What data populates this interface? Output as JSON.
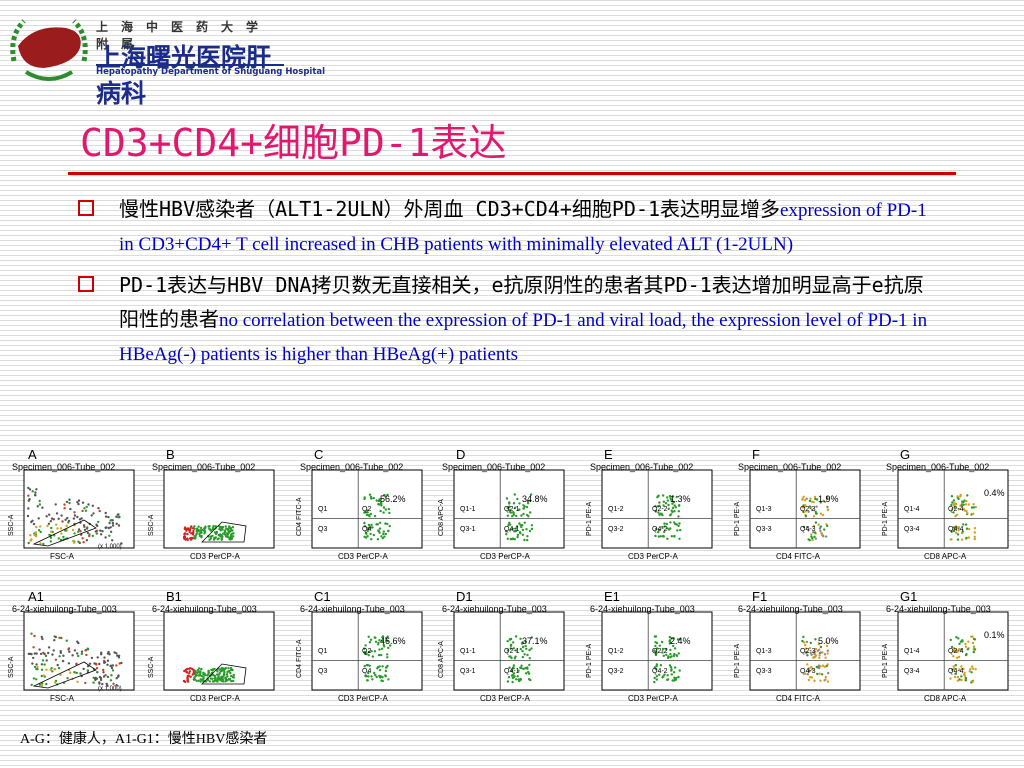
{
  "header": {
    "logo_subtitle": "上海中医药大学附属",
    "logo_name": "上海曙光医院肝病科",
    "logo_english": "Hepatopathy Department of Shuguang Hospital"
  },
  "slide": {
    "title": "CD3+CD4+细胞PD-1表达",
    "bullets": [
      {
        "zh": "慢性HBV感染者（ALT1-2ULN）外周血 CD3+CD4+细胞PD-1表达明显增多",
        "en": "expression of PD-1 in CD3+CD4+ T cell increased in CHB patients with minimally elevated ALT (1-2ULN)"
      },
      {
        "zh": "PD-1表达与HBV DNA拷贝数无直接相关，e抗原阴性的患者其PD-1表达增加明显高于e抗原阳性的患者",
        "en": "no correlation between the expression of PD-1 and viral load, the expression level of PD-1 in HBeAg(-) patients is higher than HBeAg(+) patients"
      }
    ],
    "footnote": "A-G：健康人，A1-G1：慢性HBV感染者"
  },
  "panels": [
    {
      "letter": "A",
      "spec": "Specimen_006-Tube_002",
      "xlabel": "FSC-A",
      "ylabel": "SSC-A",
      "xscale": "(x 1,000)",
      "pct": "",
      "q": []
    },
    {
      "letter": "B",
      "spec": "Specimen_006-Tube_002",
      "xlabel": "CD3 PerCP-A",
      "ylabel": "SSC-A",
      "xscale": "",
      "pct": "",
      "q": []
    },
    {
      "letter": "C",
      "spec": "Specimen_006-Tube_002",
      "xlabel": "CD3 PerCP-A",
      "ylabel": "CD4 FITC-A",
      "xscale": "",
      "pct": "56.2%",
      "q": [
        "Q1",
        "Q2",
        "Q3",
        "Q4"
      ]
    },
    {
      "letter": "D",
      "spec": "Specimen_006-Tube_002",
      "xlabel": "CD3 PerCP-A",
      "ylabel": "CD8 APC-A",
      "xscale": "",
      "pct": "34.8%",
      "q": [
        "Q1-1",
        "Q2-1",
        "Q3-1",
        "Q4-1"
      ]
    },
    {
      "letter": "E",
      "spec": "Specimen_006-Tube_002",
      "xlabel": "CD3 PerCP-A",
      "ylabel": "PD-1 PE-A",
      "xscale": "",
      "pct": "1.3%",
      "q": [
        "Q1-2",
        "Q2-2",
        "Q3-2",
        "Q4-2"
      ]
    },
    {
      "letter": "F",
      "spec": "Specimen_006-Tube_002",
      "xlabel": "CD4 FITC-A",
      "ylabel": "PD-1 PE-A",
      "xscale": "",
      "pct": "1.9%",
      "q": [
        "Q1-3",
        "Q2-3",
        "Q3-3",
        "Q4-3"
      ]
    },
    {
      "letter": "G",
      "spec": "Specimen_006-Tube_002",
      "xlabel": "CD8 APC-A",
      "ylabel": "PD-1 PE-A",
      "xscale": "",
      "pct": "0.4%",
      "q": [
        "Q1-4",
        "Q2-4",
        "Q3-4",
        "Q4-4"
      ]
    },
    {
      "letter": "A1",
      "spec": "6-24-xiehuilong-Tube_003",
      "xlabel": "FSC-A",
      "ylabel": "SSC-A",
      "xscale": "(x 1,000)",
      "pct": "",
      "q": []
    },
    {
      "letter": "B1",
      "spec": "6-24-xiehuilong-Tube_003",
      "xlabel": "CD3 PerCP-A",
      "ylabel": "SSC-A",
      "xscale": "",
      "pct": "",
      "q": []
    },
    {
      "letter": "C1",
      "spec": "6-24-xiehuilong-Tube_003",
      "xlabel": "CD3 PerCP-A",
      "ylabel": "CD4 FITC-A",
      "xscale": "",
      "pct": "46.6%",
      "q": [
        "Q1",
        "Q2",
        "Q3",
        "Q4"
      ]
    },
    {
      "letter": "D1",
      "spec": "6-24-xiehuilong-Tube_003",
      "xlabel": "CD3 PerCP-A",
      "ylabel": "CD8 APC-A",
      "xscale": "",
      "pct": "37.1%",
      "q": [
        "Q1-1",
        "Q2-1",
        "Q3-1",
        "Q4-1"
      ]
    },
    {
      "letter": "E1",
      "spec": "6-24-xiehuilong-Tube_003",
      "xlabel": "CD3 PerCP-A",
      "ylabel": "PD-1 PE-A",
      "xscale": "",
      "pct": "2.4%",
      "q": [
        "Q1-2",
        "Q2-2",
        "Q3-2",
        "Q4-2"
      ]
    },
    {
      "letter": "F1",
      "spec": "6-24-xiehuilong-Tube_003",
      "xlabel": "CD4 FITC-A",
      "ylabel": "PD-1 PE-A",
      "xscale": "",
      "pct": "5.0%",
      "q": [
        "Q1-3",
        "Q2-3",
        "Q3-3",
        "Q4-3"
      ]
    },
    {
      "letter": "G1",
      "spec": "6-24-xiehuilong-Tube_003",
      "xlabel": "CD8 APC-A",
      "ylabel": "PD-1 PE-A",
      "xscale": "",
      "pct": "0.1%",
      "q": [
        "Q1-4",
        "Q2-4",
        "Q3-4",
        "Q4-4"
      ]
    }
  ],
  "colors": {
    "title": "#e0196e",
    "rule": "#cc0000",
    "english": "#0000cc",
    "logo": "#1c2c8a"
  }
}
